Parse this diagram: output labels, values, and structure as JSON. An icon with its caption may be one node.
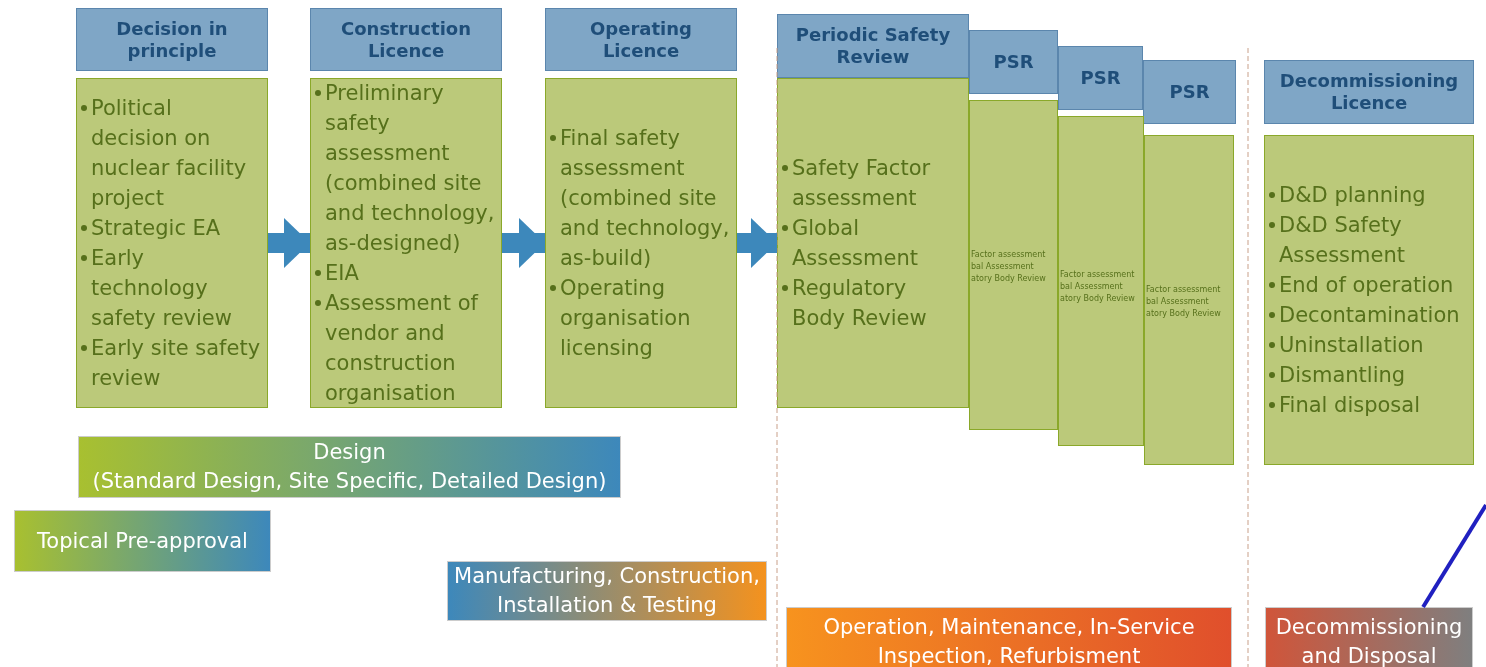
{
  "diagram": {
    "nodes": [
      {
        "text": [
          "Decision in principle"
        ]
      },
      {
        "text": [
          "Political decision on nuclear facility project",
          "Strategic EA",
          "Early technology safety review",
          "Early site safety review"
        ]
      },
      {
        "text": [
          "Construction Licence"
        ]
      },
      {
        "text": [
          "Preliminary safety assessment (combined site and technology, as-designed)",
          "EIA",
          "Assessment of vendor and construction organisation"
        ]
      },
      {
        "text": [
          "Operating Licence"
        ]
      },
      {
        "text": [
          "Final safety assessment (combined site and technology, as-build)",
          "Operating organisation licensing"
        ]
      },
      {
        "text": [
          "Periodic Safety Review"
        ]
      },
      {
        "text": [
          "Safety Factor assessment",
          "Global Assessment",
          "Regulatory Body Review"
        ]
      },
      {
        "text": [
          "PSR"
        ]
      },
      {
        "text": [
          "Factor assessment",
          "bal Assessment",
          "atory Body Review"
        ]
      },
      {
        "text": [
          "PSR"
        ]
      },
      {
        "text": [
          "Factor assessment",
          "bal Assessment",
          "atory Body Review"
        ]
      },
      {
        "text": [
          "PSR"
        ]
      },
      {
        "text": [
          "Factor assessment",
          "bal Assessment",
          "atory Body Review"
        ]
      },
      {
        "text": [
          "Decommissioning Licence"
        ]
      },
      {
        "text": [
          "D&D planning",
          "D&D Safety Assessment",
          "End of operation",
          "Decontamination",
          "Uninstallation",
          "Dismantling",
          "Final disposal"
        ]
      },
      {
        "text": [
          "Design",
          "(Standard Design, Site Specific, Detailed Design)"
        ]
      },
      {
        "text": [
          "Topical Pre-approval"
        ]
      },
      {
        "text": [
          "Manufacturing, Construction, Installation & Testing"
        ]
      },
      {
        "text": [
          "Operation, Maintenance, In-Service Inspection, Refurbisment"
        ]
      },
      {
        "text": [
          "Decommissioning and Disposal"
        ]
      }
    ],
    "edges": [
      {
        "from": 1,
        "to": 3,
        "arrow": "to"
      },
      {
        "from": 3,
        "to": 5,
        "arrow": "to"
      },
      {
        "from": 5,
        "to": 7,
        "arrow": "to"
      },
      {
        "from": 20,
        "to": null,
        "arrow": "none",
        "color": "#2020c0"
      }
    ]
  }
}
